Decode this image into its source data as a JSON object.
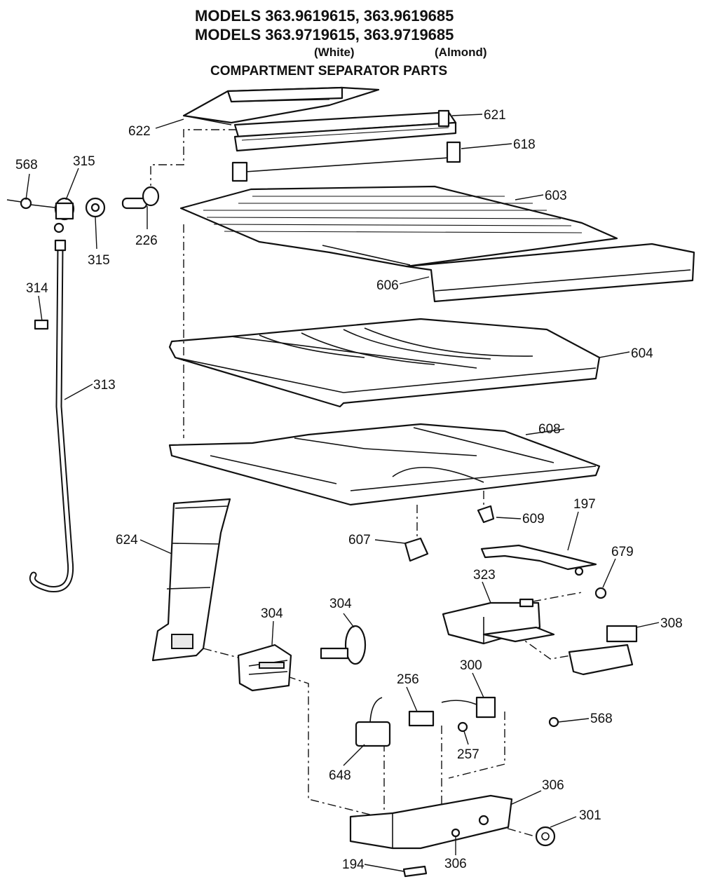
{
  "header": {
    "line1": "MODELS 363.9619615, 363.9619685",
    "line2": "MODELS 363.9719615, 363.9719685",
    "white": "(White)",
    "almond": "(Almond)",
    "line3": "COMPARTMENT SEPARATOR PARTS"
  },
  "labels": {
    "p622": "622",
    "p621": "621",
    "p618": "618",
    "p603": "603",
    "p606": "606",
    "p568a": "568",
    "p315a": "315",
    "p315b": "315",
    "p226": "226",
    "p314": "314",
    "p313": "313",
    "p604": "604",
    "p608": "608",
    "p624": "624",
    "p609": "609",
    "p607": "607",
    "p197": "197",
    "p679": "679",
    "p323": "323",
    "p308": "308",
    "p304a": "304",
    "p304b": "304",
    "p300": "300",
    "p256": "256",
    "p568b": "568",
    "p257": "257",
    "p648": "648",
    "p306a": "306",
    "p301": "301",
    "p306b": "306",
    "p194": "194"
  }
}
